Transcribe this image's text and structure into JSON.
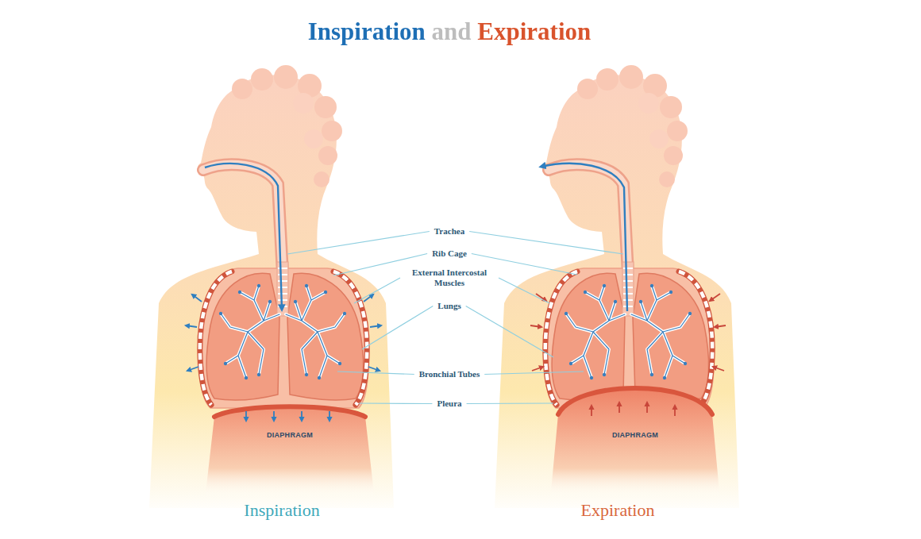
{
  "diagram": {
    "title": "Inspiration and Expiration",
    "labels": [
      "Trachea",
      "Rib Cage",
      "External Intercostal Muscles",
      "Lungs",
      "Bronchial Tubes",
      "Pleura",
      "DIAPHRAGM",
      "DIAPHRAGM",
      "Inspiration",
      "Expiration"
    ]
  }
}
